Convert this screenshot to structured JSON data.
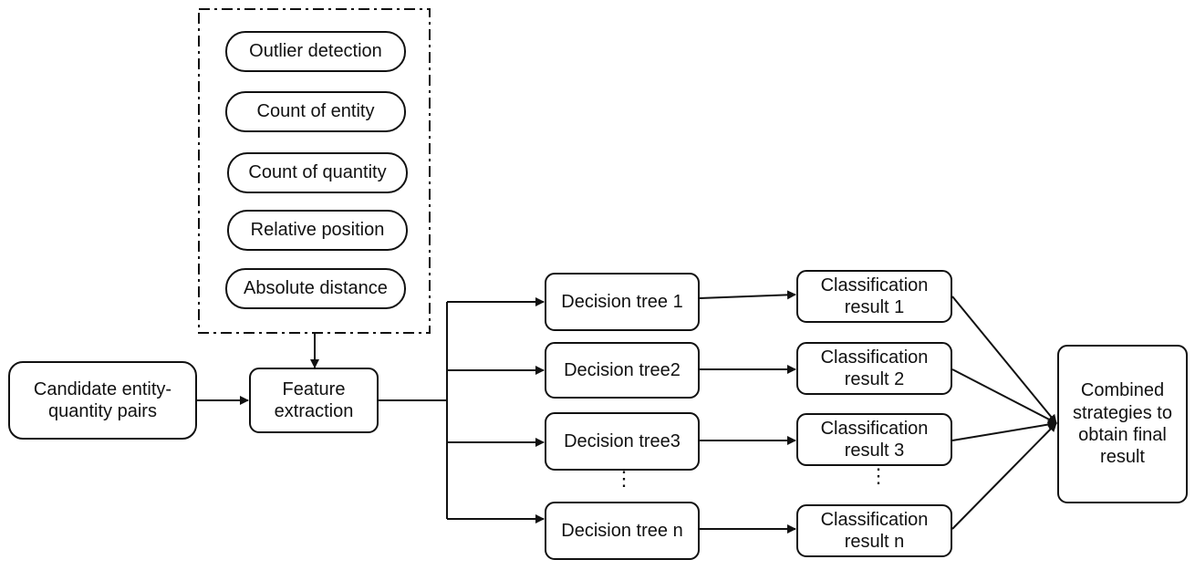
{
  "features": [
    "Outlier detection",
    "Count of entity",
    "Count of quantity",
    "Relative position",
    "Absolute distance"
  ],
  "input": "Candidate entity-\nquantity pairs",
  "feature_extraction": "Feature\nextraction",
  "trees": [
    "Decision tree 1",
    "Decision tree2",
    "Decision tree3",
    "Decision tree n"
  ],
  "results": [
    "Classification\nresult 1",
    "Classification\nresult 2",
    "Classification\nresult 3",
    "Classification\nresult n"
  ],
  "combined": "Combined\nstrategies to\nobtain final\nresult",
  "ellipsis": "⋮"
}
